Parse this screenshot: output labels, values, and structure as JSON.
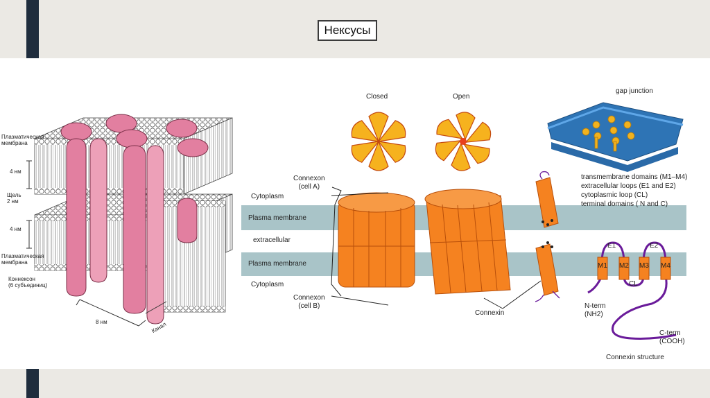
{
  "slide": {
    "title": "Нексусы"
  },
  "left_figure": {
    "labels": {
      "plasma_membrane_top": "Плазматическая\nмембрана",
      "thickness_top": "4 нм",
      "gap": "Щель\n2 нм",
      "thickness_bottom": "4 нм",
      "plasma_membrane_bottom": "Плазматическая\nмембрана",
      "connexon": "Коннексон\n(6 субъединиц)",
      "width": "8 нм",
      "channel": "Канал"
    }
  },
  "right_figure": {
    "labels": {
      "closed": "Closed",
      "open": "Open",
      "gap_junction": "gap junction",
      "connexon_a": "Connexon\n(cell A)",
      "cytoplasm_top": "Cytoplasm",
      "plasma_membrane_top": "Plasma membrane",
      "extracellular": "extracellular",
      "plasma_membrane_bottom": "Plasma membrane",
      "cytoplasm_bottom": "Cytoplasm",
      "connexon_b": "Connexon\n(cell B)",
      "connexin": "Connexin",
      "legend_1": "transmembrane domains (M1–M4)",
      "legend_2": "extracellular loops (E1 and E2)",
      "legend_3": "cytoplasmic loop (CL)",
      "legend_4": "terminal domains ( N and C)",
      "e1": "E1",
      "e2": "E2",
      "m1": "M1",
      "m2": "M2",
      "m3": "M3",
      "m4": "M4",
      "cl": "CL",
      "n_term": "N-term\n(NH2)",
      "c_term": "C-term\n(COOH)",
      "structure": "Connexin structure"
    }
  },
  "colors": {
    "accent": "#1f2d3d",
    "orange": "#f58220",
    "membrane_band": "#a9c4c8",
    "pink": "#e27fa0",
    "blue_sheet": "#2e74b5",
    "purple": "#6a1b9a",
    "gold": "#f2b21e"
  }
}
